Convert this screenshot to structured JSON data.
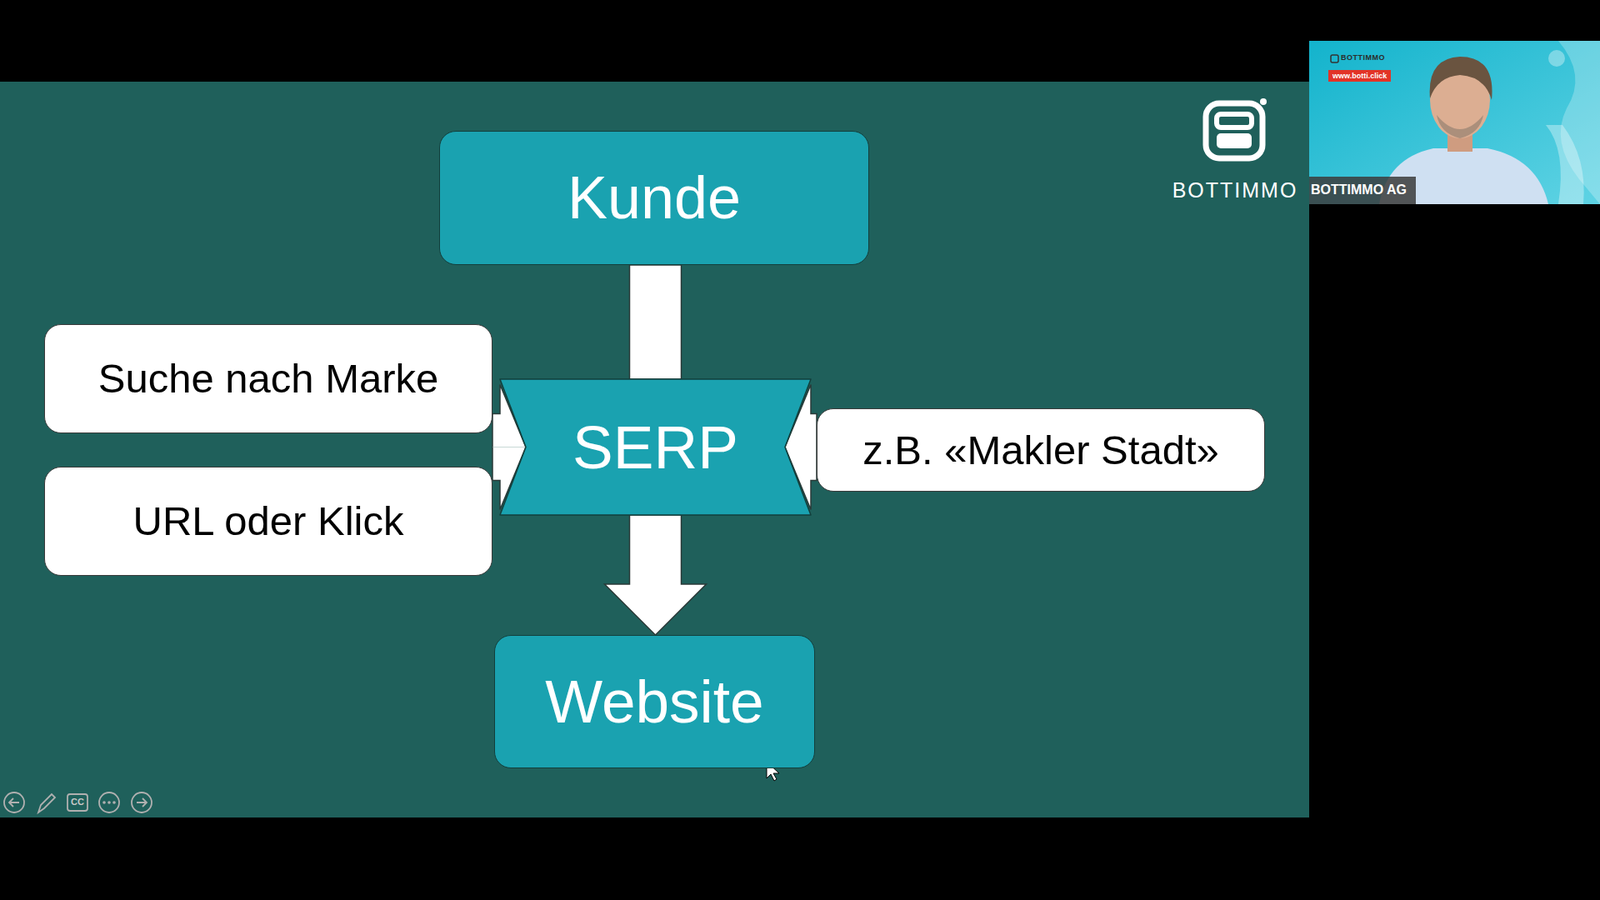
{
  "diagram": {
    "nodes": [
      {
        "text": [
          "Kunde"
        ]
      },
      {
        "text": [
          "Suche nach Marke"
        ]
      },
      {
        "text": [
          "SERP"
        ]
      },
      {
        "text": [
          "z.B. «Makler Stadt»"
        ]
      },
      {
        "text": [
          "URL oder Klick"
        ]
      },
      {
        "text": [
          "Website"
        ]
      }
    ],
    "edges": [
      {
        "from": 0,
        "to": 2,
        "arrow": "none"
      },
      {
        "from": 1,
        "to": 2,
        "arrow": "to"
      },
      {
        "from": 4,
        "to": 2,
        "arrow": "to"
      },
      {
        "from": 3,
        "to": 2,
        "arrow": "to"
      },
      {
        "from": 2,
        "to": 5,
        "arrow": "to"
      }
    ],
    "labels": [
      "BOTTIMMO",
      "BOTTIMMO",
      "www.botti.click",
      "BOTTIMMO AG",
      "CC"
    ]
  }
}
